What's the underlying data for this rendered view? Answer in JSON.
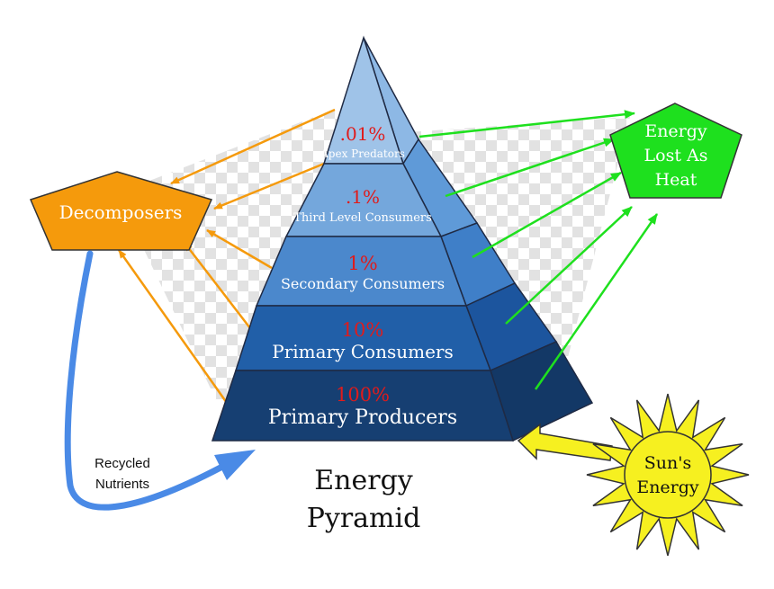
{
  "title": {
    "line1": "Energy",
    "line2": "Pyramid"
  },
  "levels": [
    {
      "percent": ".01%",
      "label": "Apex Predators"
    },
    {
      "percent": ".1%",
      "label": "Third Level Consumers"
    },
    {
      "percent": "1%",
      "label": "Secondary Consumers"
    },
    {
      "percent": "10%",
      "label": "Primary Consumers"
    },
    {
      "percent": "100%",
      "label": "Primary Producers"
    }
  ],
  "decomposers": {
    "label": "Decomposers"
  },
  "heat": {
    "line1": "Energy",
    "line2": "Lost As",
    "line3": "Heat"
  },
  "sun": {
    "line1": "Sun's",
    "line2": "Energy"
  },
  "recycle": {
    "line1": "Recycled",
    "line2": "Nutrients"
  },
  "colors": {
    "tier_1": "#9fc3e8",
    "tier_2": "#74a7dc",
    "tier_3": "#4b88cc",
    "tier_4": "#215fa8",
    "tier_5": "#163f72",
    "decomposer": "#f59a0c",
    "heat": "#1ee01e",
    "sun": "#f6f020",
    "recycle_arrow": "#4a8ae6",
    "percent_text": "#e01b1b"
  }
}
